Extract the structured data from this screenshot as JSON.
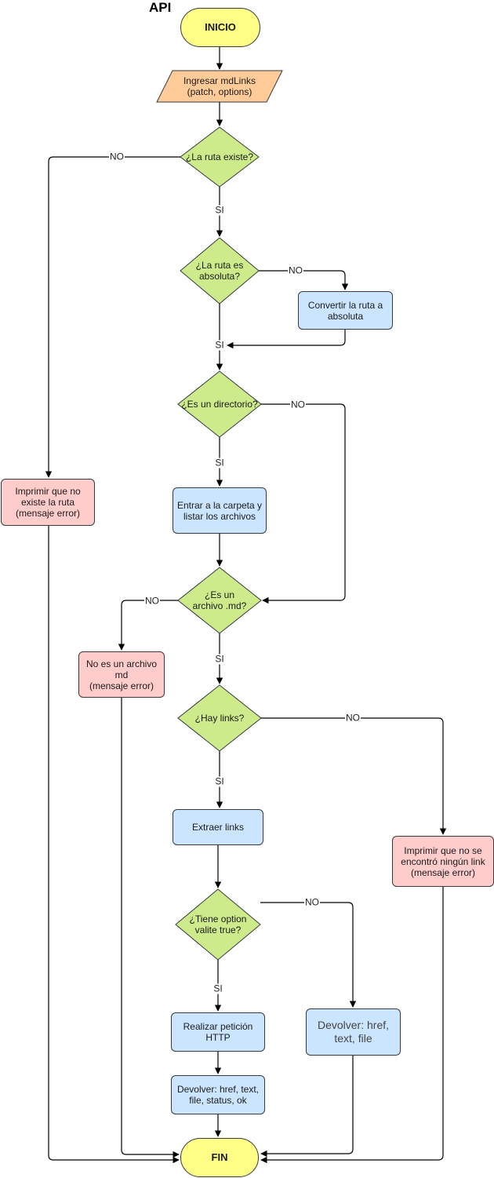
{
  "title": "API",
  "nodes": {
    "inicio": "INICIO",
    "input": "Ingresar mdLinks\n(patch, options)",
    "ruta_existe": "¿La ruta existe?",
    "ruta_absoluta": "¿La ruta es\nabsoluta?",
    "convertir": "Convertir la ruta a\nabsoluta",
    "es_directorio": "¿Es un directorio?",
    "entrar_carpeta": "Entrar a la carpeta y\nlistar los archivos",
    "error_ruta": "Imprimir que no\nexiste la ruta\n(mensaje error)",
    "es_md": "¿Es un\narchivo .md?",
    "error_md": "No es un archivo\nmd\n(mensaje error)",
    "hay_links": "¿Hay links?",
    "extraer": "Extraer links",
    "error_links": "Imprimir que no se\nencontró ningún link\n(mensaje error)",
    "tiene_option": "¿Tiene option\nvalite true?",
    "peticion": "Realizar petición\nHTTP",
    "devolver_simple": "Devolver: href,\ntext, file",
    "devolver_full": "Devolver: href, text,\nfile, status, ok",
    "fin": "FIN"
  },
  "labels": {
    "no_existe": "NO",
    "si_existe": "SI",
    "no_absoluta": "NO",
    "si_absoluta": "SI",
    "no_directorio": "NO",
    "si_directorio": "SI",
    "no_md": "NO",
    "si_md": "SI",
    "no_links": "NO",
    "si_links": "SI",
    "no_option": "NO",
    "si_option": "SI"
  },
  "colors": {
    "terminal": "#ffff88",
    "input": "#ffcc99",
    "decision": "#cdeb8b",
    "process": "#cce5ff",
    "error": "#ffcccc",
    "stroke": "#36393d",
    "edge": "#000000"
  }
}
